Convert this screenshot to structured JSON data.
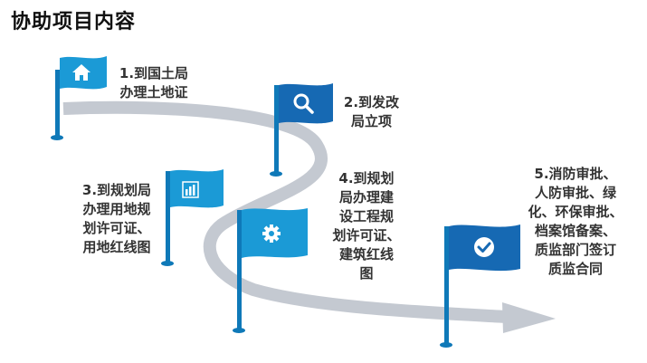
{
  "title": "协助项目内容",
  "colors": {
    "road": "#c4c9d1",
    "flag_light": "#1b9ad6",
    "flag_dark": "#1669b3",
    "pole": "#0f79b8",
    "text": "#333333"
  },
  "steps": [
    {
      "text": "1.到国土局\n办理土地证",
      "icon": "home-icon",
      "color": "light"
    },
    {
      "text": "2.到发改\n局立项",
      "icon": "search-icon",
      "color": "dark"
    },
    {
      "text": "3.到规划局\n办理用地规\n划许可证、\n用地红线图",
      "icon": "bar-chart-icon",
      "color": "light"
    },
    {
      "text": "4.到规划\n局办理建\n设工程规\n划许可证、\n建筑红线\n图",
      "icon": "gear-icon",
      "color": "light"
    },
    {
      "text": "5.消防审批、\n人防审批、绿\n化、环保审批、\n档案馆备案、\n质监部门签订\n质监合同",
      "icon": "check-icon",
      "color": "dark"
    }
  ]
}
